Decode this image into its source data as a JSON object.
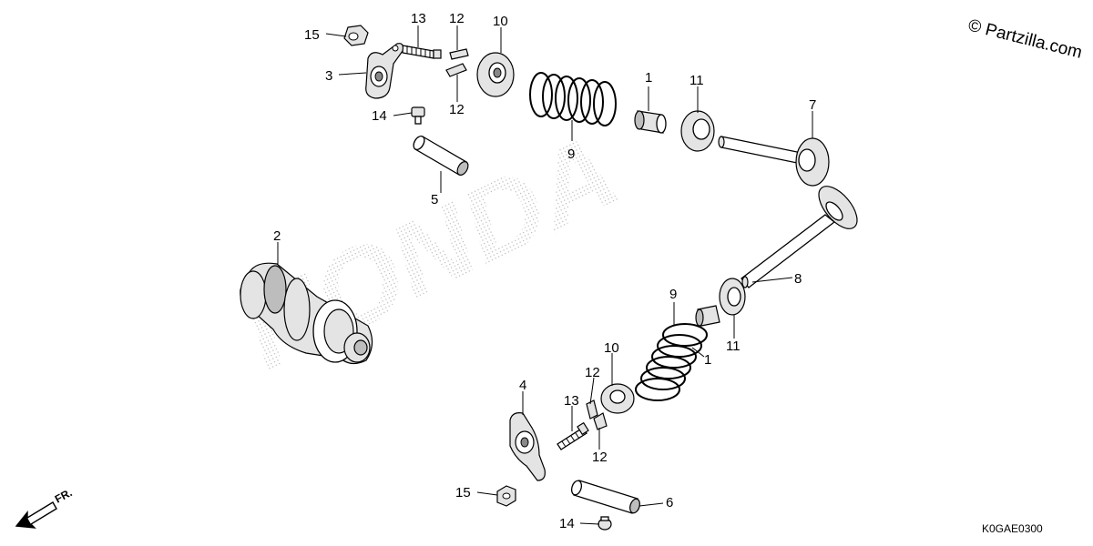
{
  "copyright": "© Partzilla.com",
  "diagram_code": "K0GAE0300",
  "direction_label": "FR.",
  "watermark_text": "HONDA",
  "callouts": [
    {
      "id": "c-15-top",
      "text": "15"
    },
    {
      "id": "c-13-top",
      "text": "13"
    },
    {
      "id": "c-12-top-a",
      "text": "12"
    },
    {
      "id": "c-10-top",
      "text": "10"
    },
    {
      "id": "c-3",
      "text": "3"
    },
    {
      "id": "c-12-top-b",
      "text": "12"
    },
    {
      "id": "c-14-top",
      "text": "14"
    },
    {
      "id": "c-1-top",
      "text": "1"
    },
    {
      "id": "c-11-top",
      "text": "11"
    },
    {
      "id": "c-7",
      "text": "7"
    },
    {
      "id": "c-9-top",
      "text": "9"
    },
    {
      "id": "c-5",
      "text": "5"
    },
    {
      "id": "c-2",
      "text": "2"
    },
    {
      "id": "c-8",
      "text": "8"
    },
    {
      "id": "c-9-bottom",
      "text": "9"
    },
    {
      "id": "c-10-bottom",
      "text": "10"
    },
    {
      "id": "c-11-bottom",
      "text": "11"
    },
    {
      "id": "c-1-bottom",
      "text": "1"
    },
    {
      "id": "c-4",
      "text": "4"
    },
    {
      "id": "c-12-bottom-a",
      "text": "12"
    },
    {
      "id": "c-13-bottom",
      "text": "13"
    },
    {
      "id": "c-12-bottom-b",
      "text": "12"
    },
    {
      "id": "c-15-bottom",
      "text": "15"
    },
    {
      "id": "c-6",
      "text": "6"
    },
    {
      "id": "c-14-bottom",
      "text": "14"
    }
  ]
}
